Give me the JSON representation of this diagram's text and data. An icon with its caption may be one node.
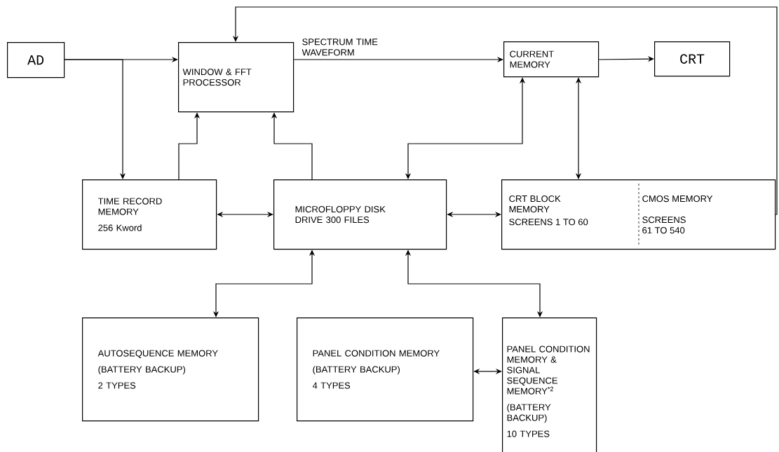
{
  "diagram": {
    "nodes": [
      {
        "text": [
          "AD"
        ]
      },
      {
        "text": [
          "WINDOW & FFT PROCESSOR"
        ]
      },
      {
        "text": [
          "CURRENT MEMORY"
        ]
      },
      {
        "text": [
          "CRT"
        ]
      },
      {
        "text": [
          "TIME RECORD MEMORY",
          "256 Kword"
        ]
      },
      {
        "text": [
          "MICROFLOPPY DISK DRIVE 300 FILES"
        ]
      },
      {
        "text": [
          "CRT BLOCK MEMORY",
          "SCREENS 1 TO 60",
          "CMOS MEMORY",
          "SCREENS 61 TO 540"
        ]
      },
      {
        "text": [
          "AUTOSEQUENCE MEMORY",
          "(BATTERY BACKUP)",
          "2 TYPES"
        ]
      },
      {
        "text": [
          "PANEL CONDITION MEMORY",
          "(BATTERY BACKUP)",
          "4 TYPES"
        ]
      },
      {
        "text": [
          "PANEL CONDITION MEMORY & SIGNAL SEQUENCE MEMORY$^{*2}$",
          "(BATTERY BACKUP)",
          "10 TYPES"
        ]
      }
    ],
    "edges": [
      {
        "from": 0,
        "to": 1,
        "arrow": "to"
      },
      {
        "from": 0,
        "to": 4,
        "arrow": "to"
      },
      {
        "from": 1,
        "to": 2,
        "arrow": "to",
        "label": "SPECTRUM TIME WAVEFORM"
      },
      {
        "from": 2,
        "to": 3,
        "arrow": "to"
      },
      {
        "from": 4,
        "to": 1,
        "arrow": "to"
      },
      {
        "from": 5,
        "to": 1,
        "arrow": "to"
      },
      {
        "from": 5,
        "to": 2,
        "arrow": "both"
      },
      {
        "from": 6,
        "to": 2,
        "arrow": "both"
      },
      {
        "from": 4,
        "to": 5,
        "arrow": "both"
      },
      {
        "from": 5,
        "to": 6,
        "arrow": "both"
      },
      {
        "from": 5,
        "to": 7,
        "arrow": "both"
      },
      {
        "from": 5,
        "to": 9,
        "arrow": "both"
      },
      {
        "from": 8,
        "to": 9,
        "arrow": "both"
      },
      {
        "from": 6,
        "to": 1,
        "arrow": "to"
      }
    ]
  }
}
